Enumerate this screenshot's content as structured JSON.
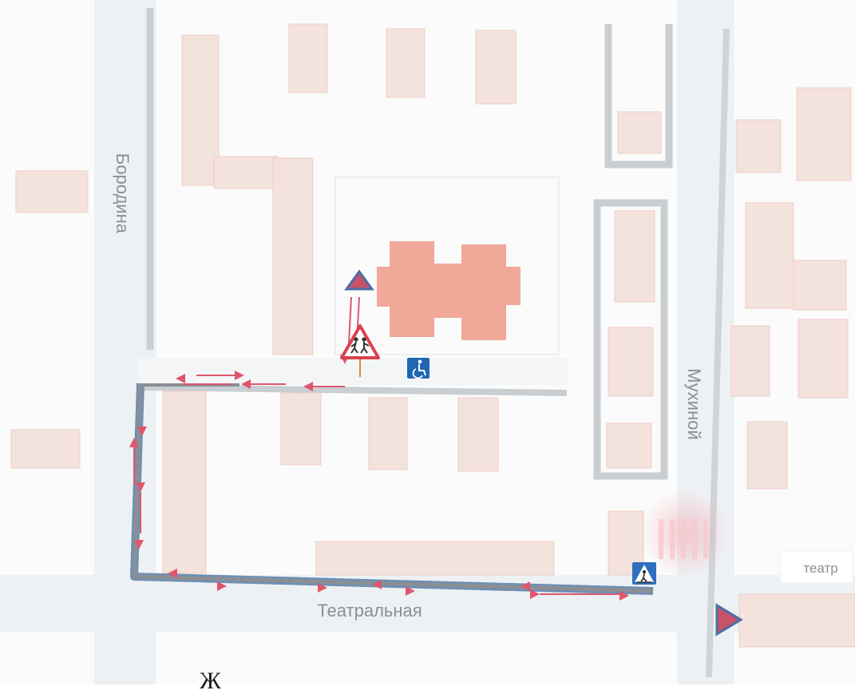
{
  "streets": {
    "borodina": "Бородина",
    "mukhinoy": "Мухиной",
    "teatralnaya": "Театральная"
  },
  "poi": {
    "theater_label": "театр"
  },
  "caption": {
    "text": "Ж"
  },
  "icons": {
    "destination_marker": "triangle-marker-icon",
    "entry_marker": "triangle-marker-icon",
    "school_sign": "children-crossing-sign-icon",
    "accessibility": "wheelchair-icon",
    "pedestrian_crossing": "pedestrian-crossing-icon"
  },
  "colors": {
    "route_line": "#4a6fa5",
    "route_arrows": "#e0566b",
    "school_building": "#f0a898",
    "buildings": "#f4e2dc",
    "road": "#eef1f4",
    "road_edge": "#c9ced3",
    "marker": "#c8526a",
    "accessibility_badge": "#1f66b3"
  }
}
